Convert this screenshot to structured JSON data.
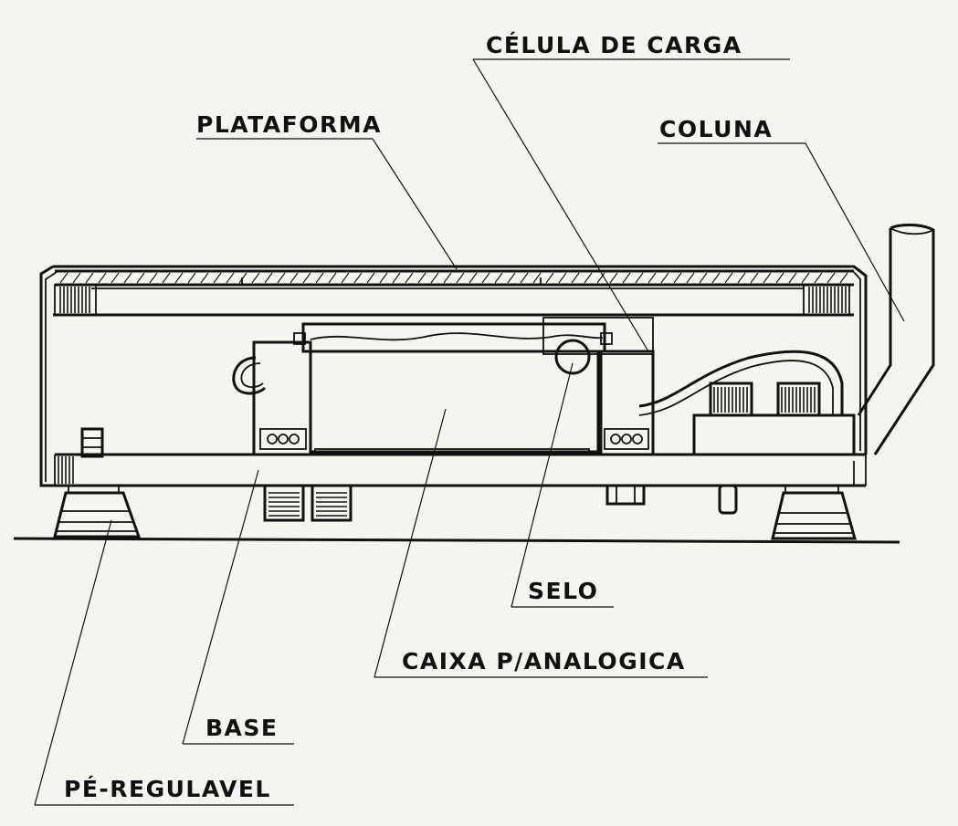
{
  "labels": {
    "celula_de_carga": "CÉLULA DE CARGA",
    "plataforma": "PLATAFORMA",
    "coluna": "COLUNA",
    "selo": "SELO",
    "caixa_analogica": "CAIXA P/ANALOGICA",
    "base": "BASE",
    "pe_regulavel": "PÉ-REGULAVEL"
  },
  "colors": {
    "ink": "#111111",
    "paper": "#f6f4ef"
  }
}
